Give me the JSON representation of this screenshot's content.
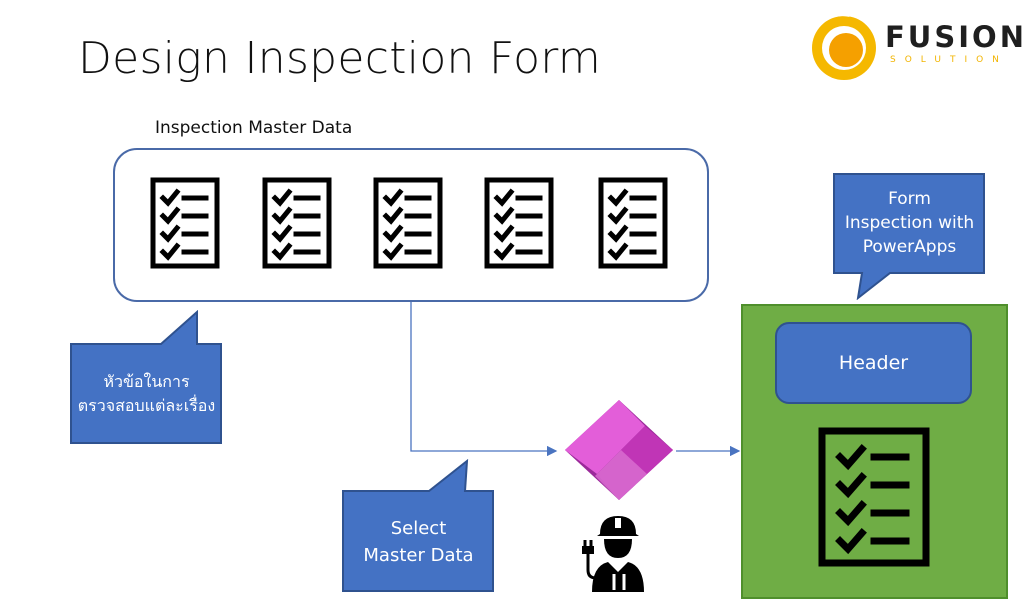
{
  "title": "Design Inspection Form",
  "master_label": "Inspection Master Data",
  "callouts": {
    "thai_topics": "หัวข้อในการ\nตรวจสอบแต่ละเรื่อง",
    "select_master": "Select\nMaster Data",
    "form_inspection": "Form\nInspection with\nPowerApps"
  },
  "form_panel": {
    "header_label": "Header"
  },
  "logo": {
    "word": "FUSION",
    "subword": "SOLUTION"
  },
  "icons": {
    "checklist": "checklist-icon",
    "powerapps": "powerapps-logo-icon",
    "worker": "engineer-worker-icon"
  },
  "colors": {
    "callout_blue": "#4472c4",
    "panel_green": "#70ad47",
    "powerapps_magenta": "#c035b6",
    "logo_yellow": "#f5b800",
    "connector": "#4a74c0"
  }
}
